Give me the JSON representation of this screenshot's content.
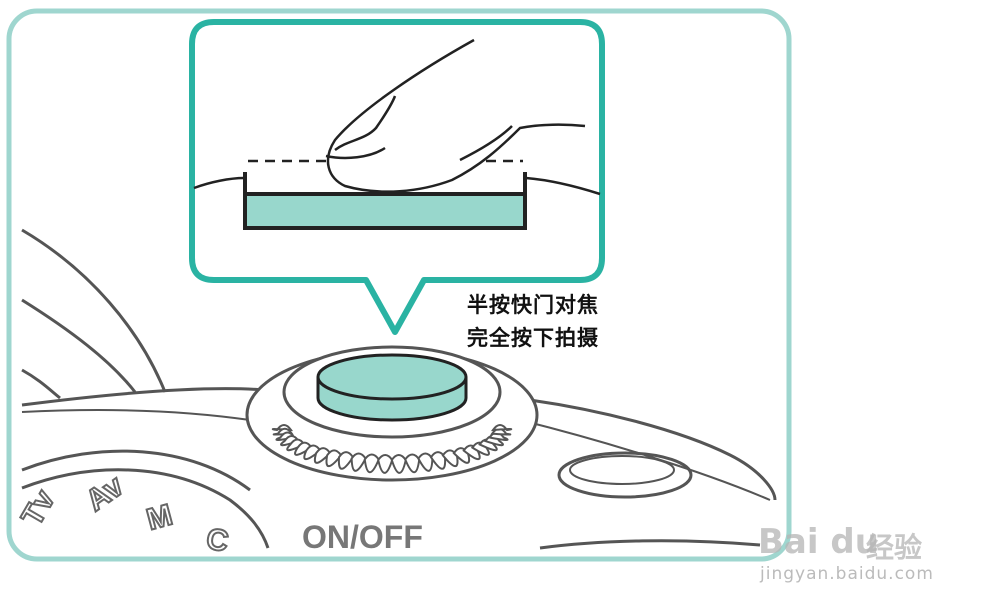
{
  "caption": {
    "line1": "半按快门对焦",
    "line2": "完全按下拍摄"
  },
  "dial_labels": {
    "tv": "Tv",
    "av": "Av",
    "m": "M",
    "c": "C"
  },
  "power_label": "ON/OFF",
  "watermark": {
    "brand": "Bai du",
    "brand_cn": "经验",
    "url": "jingyan.baidu.com"
  },
  "colors": {
    "frame": "#9fd6cf",
    "callout": "#2ab3a3",
    "button_fill": "#98d7cc",
    "line": "#222222",
    "grey_line": "#555555"
  }
}
